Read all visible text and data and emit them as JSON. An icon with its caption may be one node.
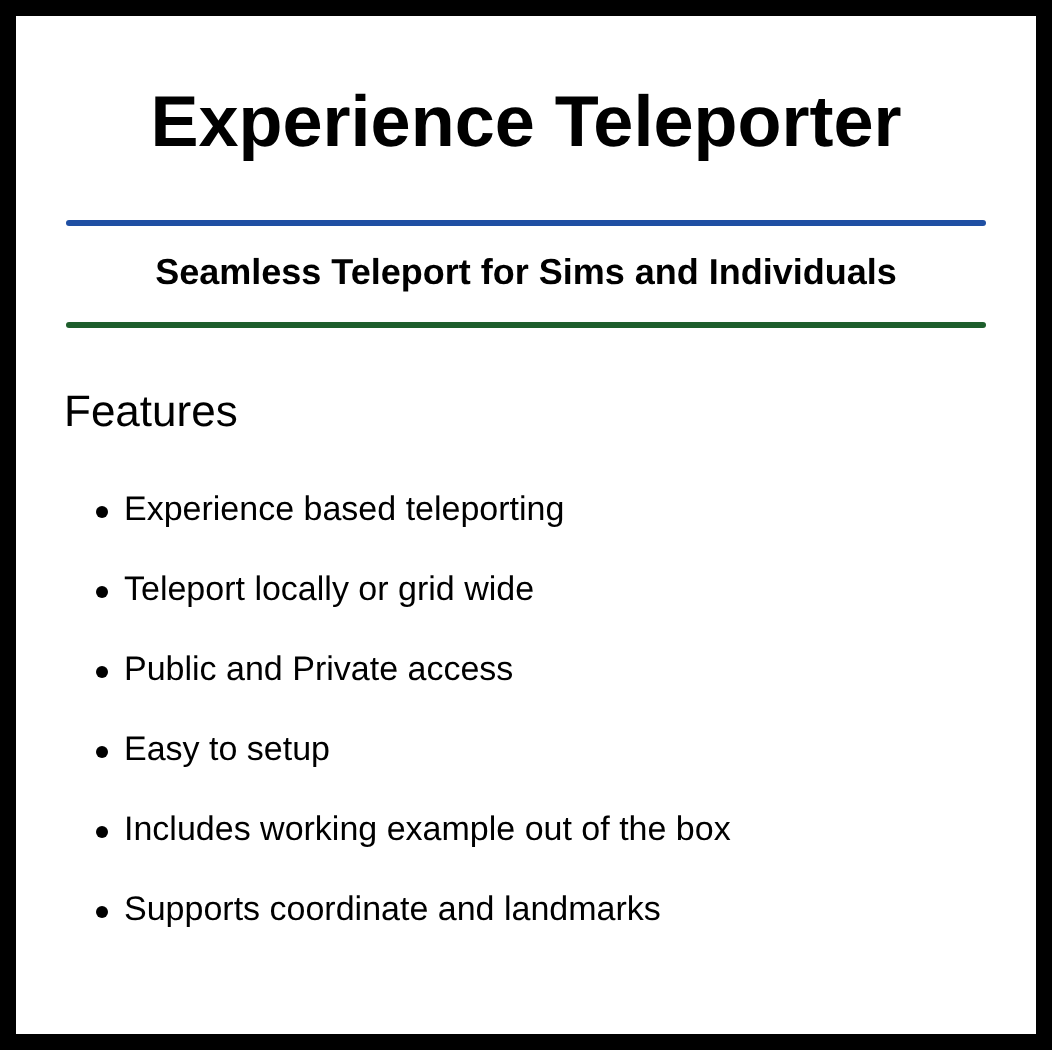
{
  "diagram": {
    "title": "Experience Teleporter",
    "labels": [
      "Seamless Teleport for Sims and Individuals",
      "Features",
      "Experience based teleporting",
      "Teleport locally or grid wide",
      "Public and Private access",
      "Easy to setup",
      "Includes working example out of the box",
      "Supports coordinate and landmarks"
    ]
  }
}
